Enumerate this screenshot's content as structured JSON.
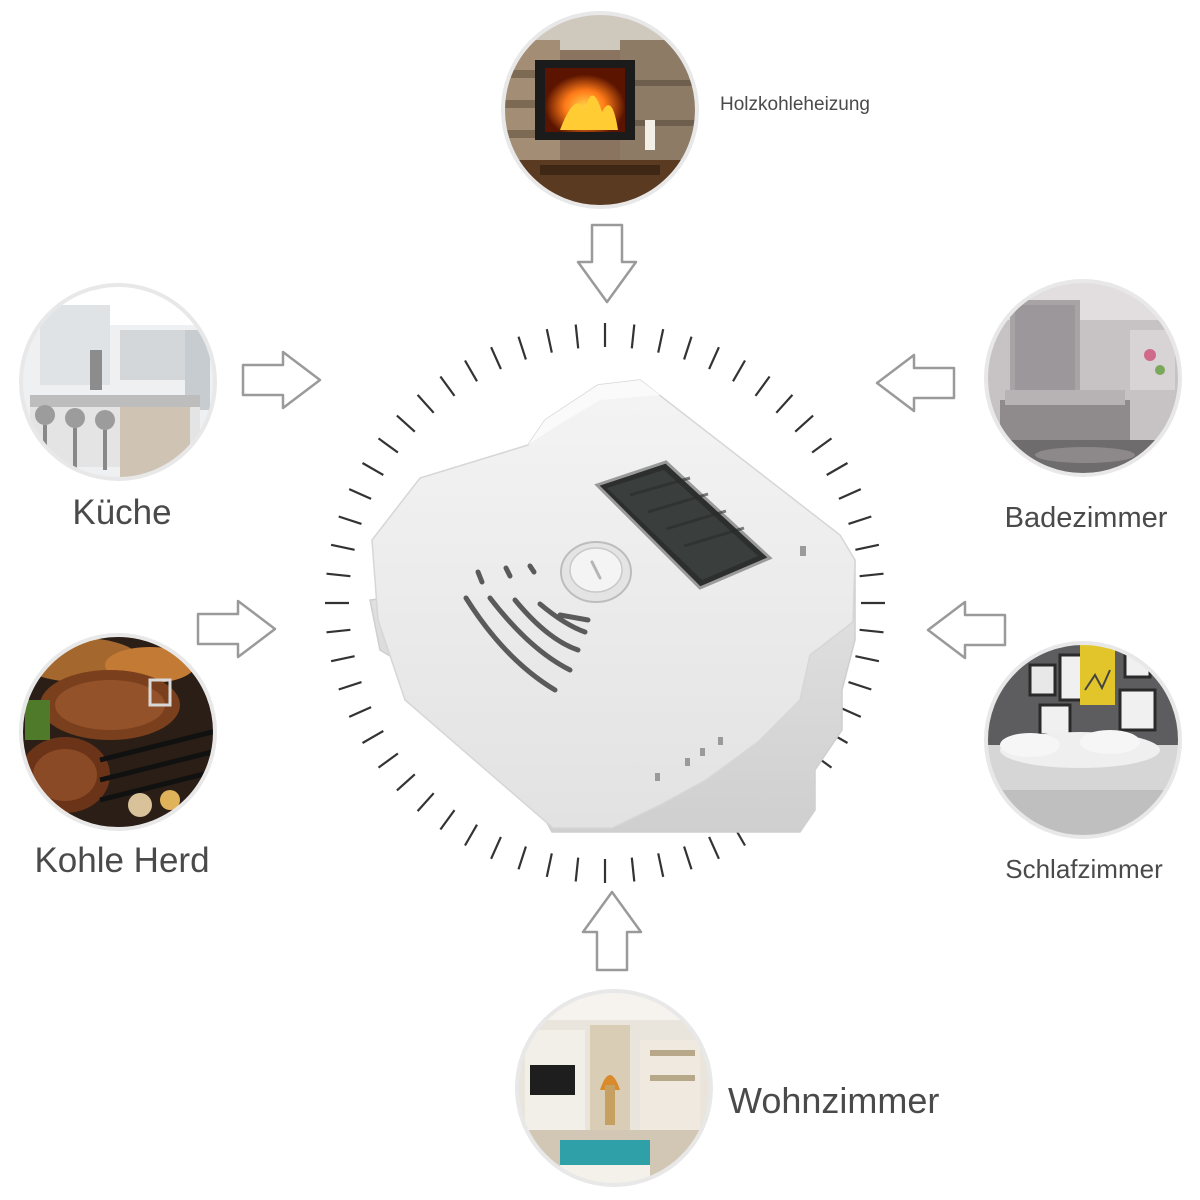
{
  "locations": {
    "top": {
      "label": "Holzkohleheizung",
      "image_icon": "fireplace-icon"
    },
    "left_upper": {
      "label": "Küche",
      "image_icon": "kitchen-icon"
    },
    "left_lower": {
      "label": "Kohle Herd",
      "image_icon": "grill-icon"
    },
    "right_upper": {
      "label": "Badezimmer",
      "image_icon": "bathroom-icon"
    },
    "right_lower": {
      "label": "Schlafzimmer",
      "image_icon": "bedroom-icon"
    },
    "bottom": {
      "label": "Wohnzimmer",
      "image_icon": "living-room-icon"
    }
  },
  "colors": {
    "label": "#4a4a4a",
    "arrow_stroke": "#9a9a9a",
    "tick": "#333333",
    "device_body": "#ededed",
    "lcd": "#2c2f2e"
  }
}
